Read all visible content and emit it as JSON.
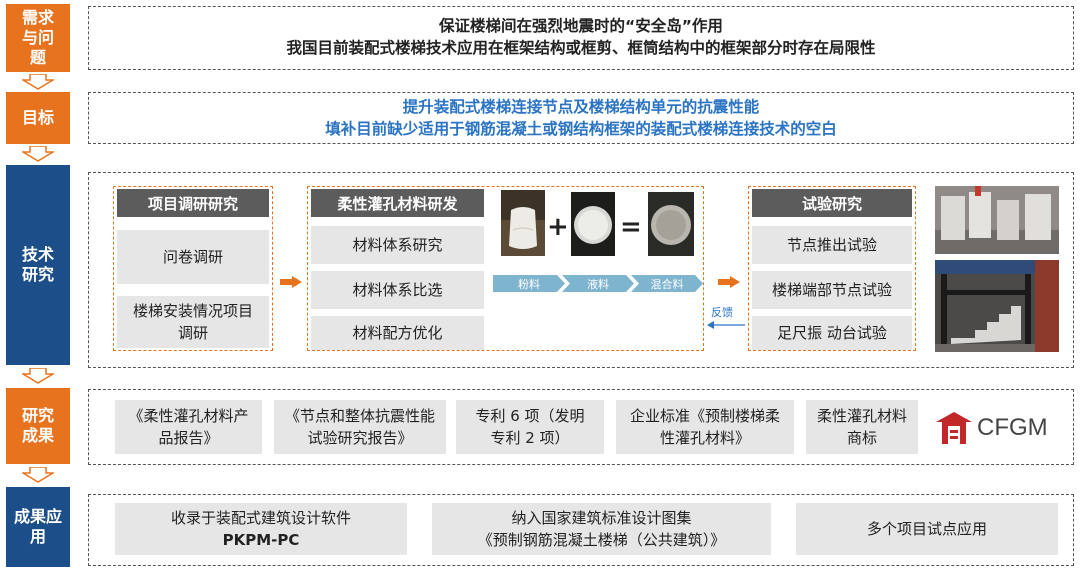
{
  "left_labels": {
    "demand": "需求与问题",
    "goal": "目标",
    "tech": "技术研究",
    "results": "研究成果",
    "application": "成果应用"
  },
  "demand": {
    "line1": "保证楼梯间在强烈地震时的“安全岛”作用",
    "line2": "我国目前装配式楼梯技术应用在框架结构或框剪、框筒结构中的框架部分时存在局限性"
  },
  "goal": {
    "line1": "提升装配式楼梯连接节点及楼梯结构单元的抗震性能",
    "line2": "填补目前缺少适用于钢筋混凝土或钢结构框架的装配式楼梯连接技术的空白",
    "color": "#2b74c4"
  },
  "tech": {
    "survey": {
      "title": "项目调研研究",
      "items": [
        "问卷调研",
        "楼梯安装情况项目调研"
      ]
    },
    "material": {
      "title": "柔性灌孔材料研发",
      "items": [
        "材料体系研究",
        "材料体系比选",
        "材料配方优化"
      ],
      "plus": "+",
      "equals": "=",
      "steps": [
        "粉料",
        "液料",
        "混合料"
      ]
    },
    "feedback": "反馈",
    "test": {
      "title": "试验研究",
      "items": [
        "节点推出试验",
        "楼梯端部节点试验",
        "足尺振 动台试验"
      ]
    }
  },
  "results": {
    "items": [
      "《柔性灌孔材料产品报告》",
      "《节点和整体抗震性能试验研究报告》",
      "专利 6 项（发明专利 2 项）",
      "企业标准《预制楼梯柔性灌孔材料》",
      "柔性灌孔材料商标"
    ],
    "logo_text": "CFGM"
  },
  "application": {
    "item1_line1": "收录于装配式建筑设计软件",
    "item1_line2": "PKPM-PC",
    "item2_line1": "纳入国家建筑标准设计图集",
    "item2_line2": "《预制钢筋混凝土楼梯（公共建筑）》",
    "item3": "多个项目试点应用"
  },
  "colors": {
    "orange": "#e8731f",
    "blue": "#1c4f8a",
    "panel_head": "#5c5c5c",
    "chevron": "#7fb4cf",
    "logo_red": "#c0282a"
  }
}
